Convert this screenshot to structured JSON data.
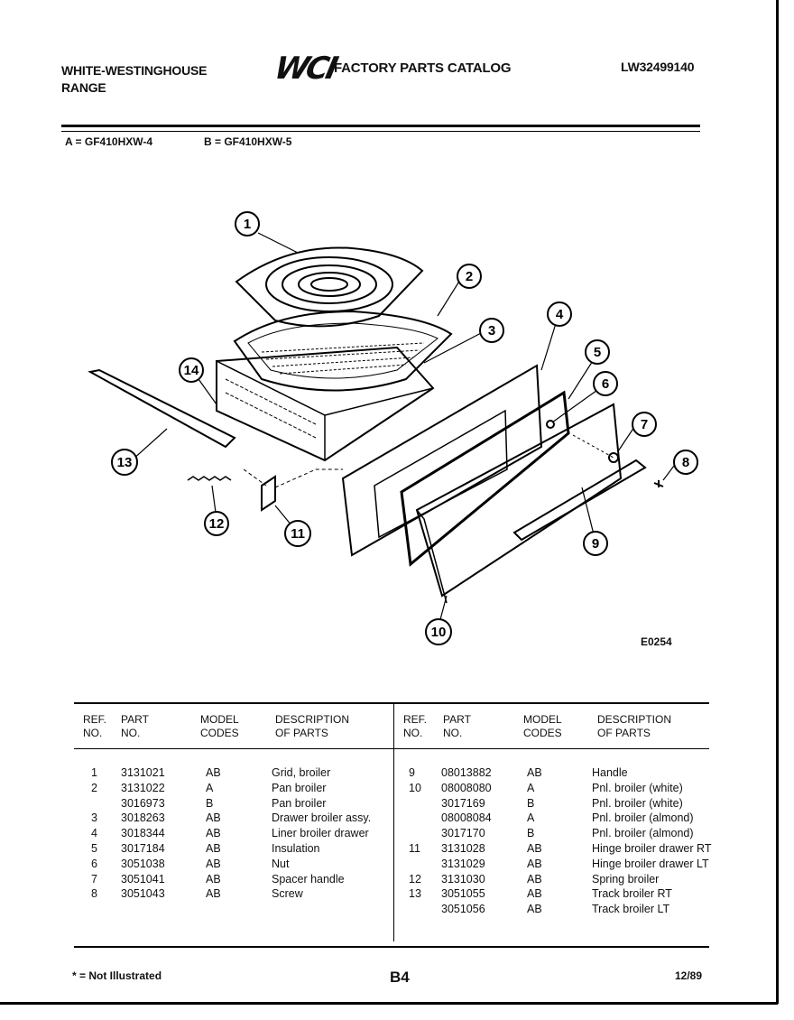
{
  "header": {
    "brand_line1": "WHITE-WESTINGHOUSE",
    "brand_line2": "RANGE",
    "logo_text": "WCI",
    "catalog_title": "FACTORY PARTS CATALOG",
    "catalog_number": "LW32499140"
  },
  "models": {
    "a": "A = GF410HXW-4",
    "b": "B = GF410HXW-5"
  },
  "diagram": {
    "id": "E0254",
    "callouts": [
      "1",
      "2",
      "3",
      "4",
      "5",
      "6",
      "7",
      "8",
      "9",
      "10",
      "11",
      "12",
      "13",
      "14"
    ]
  },
  "table": {
    "headers": {
      "ref": "REF.\nNO.",
      "part": "PART\nNO.",
      "model": "MODEL\nCODES",
      "desc": "DESCRIPTION\nOF PARTS"
    },
    "left_rows": [
      {
        "ref": "1",
        "part": "3131021",
        "model": "AB",
        "desc": "Grid, broiler"
      },
      {
        "ref": "2",
        "part": "3131022",
        "model": "A",
        "desc": "Pan broiler"
      },
      {
        "ref": "",
        "part": "3016973",
        "model": "B",
        "desc": "Pan broiler"
      },
      {
        "ref": "3",
        "part": "3018263",
        "model": "AB",
        "desc": "Drawer broiler assy."
      },
      {
        "ref": "4",
        "part": "3018344",
        "model": "AB",
        "desc": "Liner broiler drawer"
      },
      {
        "ref": "5",
        "part": "3017184",
        "model": "AB",
        "desc": "Insulation"
      },
      {
        "ref": "6",
        "part": "3051038",
        "model": "AB",
        "desc": "Nut"
      },
      {
        "ref": "7",
        "part": "3051041",
        "model": "AB",
        "desc": "Spacer handle"
      },
      {
        "ref": "8",
        "part": "3051043",
        "model": "AB",
        "desc": "Screw"
      }
    ],
    "right_rows": [
      {
        "ref": "9",
        "part": "08013882",
        "model": "AB",
        "desc": "Handle"
      },
      {
        "ref": "10",
        "part": "08008080",
        "model": "A",
        "desc": "Pnl. broiler (white)"
      },
      {
        "ref": "",
        "part": "3017169",
        "model": "B",
        "desc": "Pnl. broiler (white)"
      },
      {
        "ref": "",
        "part": "08008084",
        "model": "A",
        "desc": "Pnl. broiler (almond)"
      },
      {
        "ref": "",
        "part": "3017170",
        "model": "B",
        "desc": "Pnl. broiler (almond)"
      },
      {
        "ref": "11",
        "part": "3131028",
        "model": "AB",
        "desc": "Hinge broiler drawer RT"
      },
      {
        "ref": "",
        "part": "3131029",
        "model": "AB",
        "desc": "Hinge broiler drawer LT"
      },
      {
        "ref": "12",
        "part": "3131030",
        "model": "AB",
        "desc": "Spring broiler"
      },
      {
        "ref": "13",
        "part": "3051055",
        "model": "AB",
        "desc": "Track broiler RT"
      },
      {
        "ref": "",
        "part": "3051056",
        "model": "AB",
        "desc": "Track broiler LT"
      }
    ]
  },
  "footer": {
    "note": "* = Not Illustrated",
    "page": "B4",
    "date": "12/89"
  }
}
